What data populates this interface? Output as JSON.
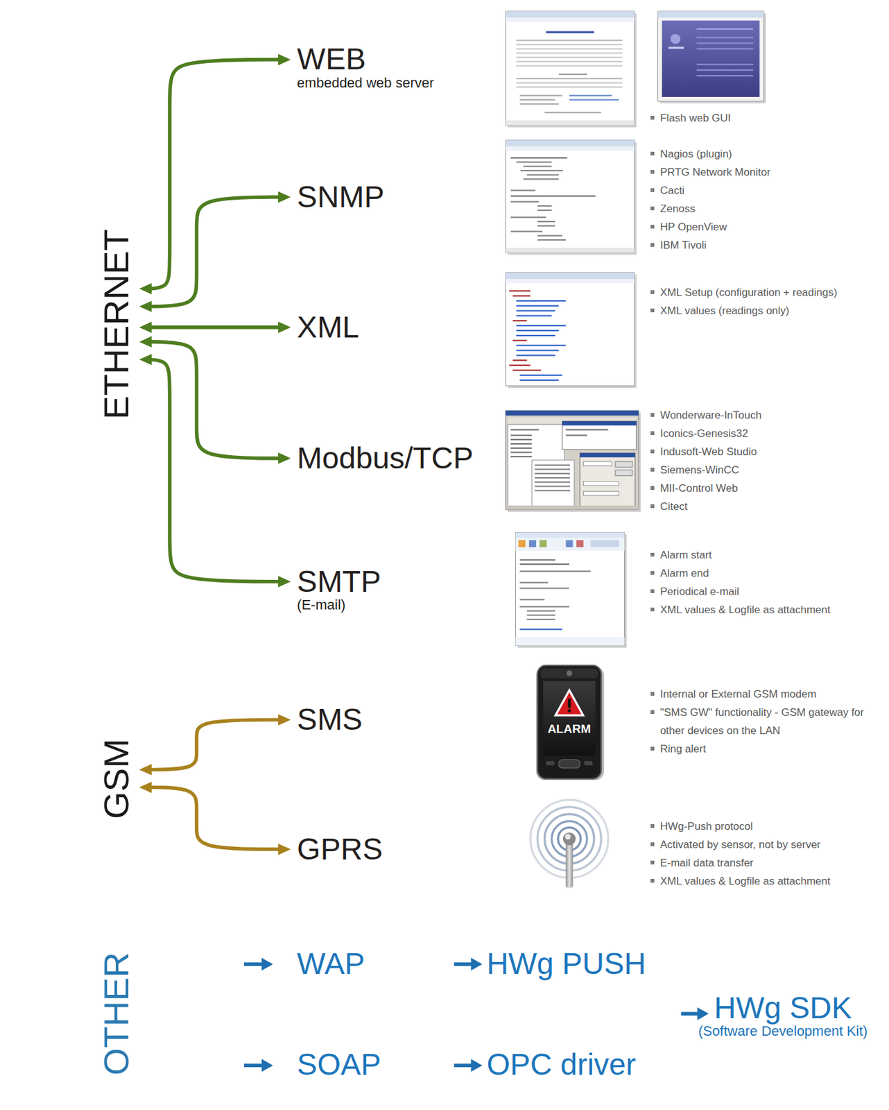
{
  "diagram": {
    "nodes": [
      {
        "text": [
          "ETHERNET"
        ]
      },
      {
        "text": [
          "WEB",
          "embedded web server",
          "Flash web GUI"
        ]
      },
      {
        "text": [
          "SNMP",
          "Nagios (plugin)",
          "PRTG Network Monitor",
          "Cacti",
          "Zenoss",
          "HP OpenView",
          "IBM Tivoli"
        ]
      },
      {
        "text": [
          "XML",
          "XML Setup (configuration + readings)",
          "XML values (readings only)"
        ]
      },
      {
        "text": [
          "Modbus/TCP",
          "Wonderware-InTouch",
          "Iconics-Genesis32",
          "Indusoft-Web Studio",
          "Siemens-WinCC",
          "MII-Control Web",
          "Citect"
        ]
      },
      {
        "text": [
          "SMTP",
          "(E-mail)",
          "Alarm start",
          "Alarm end",
          "Periodical e-mail",
          "XML values & Logfile as attachment"
        ]
      },
      {
        "text": [
          "GSM"
        ]
      },
      {
        "text": [
          "SMS",
          "Internal or External GSM modem",
          "\"SMS GW\" functionality - GSM gateway for other devices on the LAN",
          "Ring alert"
        ]
      },
      {
        "text": [
          "GPRS",
          "HWg-Push protocol",
          "Activated by sensor, not by server",
          "E-mail data transfer",
          "XML values & Logfile as attachment"
        ]
      },
      {
        "text": [
          "OTHER"
        ]
      },
      {
        "text": [
          "WAP"
        ]
      },
      {
        "text": [
          "HWg PUSH"
        ]
      },
      {
        "text": [
          "HWg SDK",
          "(Software Development Kit)"
        ]
      },
      {
        "text": [
          "SOAP"
        ]
      },
      {
        "text": [
          "OPC driver"
        ]
      }
    ],
    "edges": [
      {
        "from": 0,
        "to": 1,
        "arrow": "both"
      },
      {
        "from": 0,
        "to": 2,
        "arrow": "both"
      },
      {
        "from": 0,
        "to": 3,
        "arrow": "both"
      },
      {
        "from": 0,
        "to": 4,
        "arrow": "both"
      },
      {
        "from": 0,
        "to": 5,
        "arrow": "both"
      },
      {
        "from": 6,
        "to": 7,
        "arrow": "both"
      },
      {
        "from": 6,
        "to": 8,
        "arrow": "both"
      }
    ],
    "labels": [
      "ALARM"
    ]
  }
}
